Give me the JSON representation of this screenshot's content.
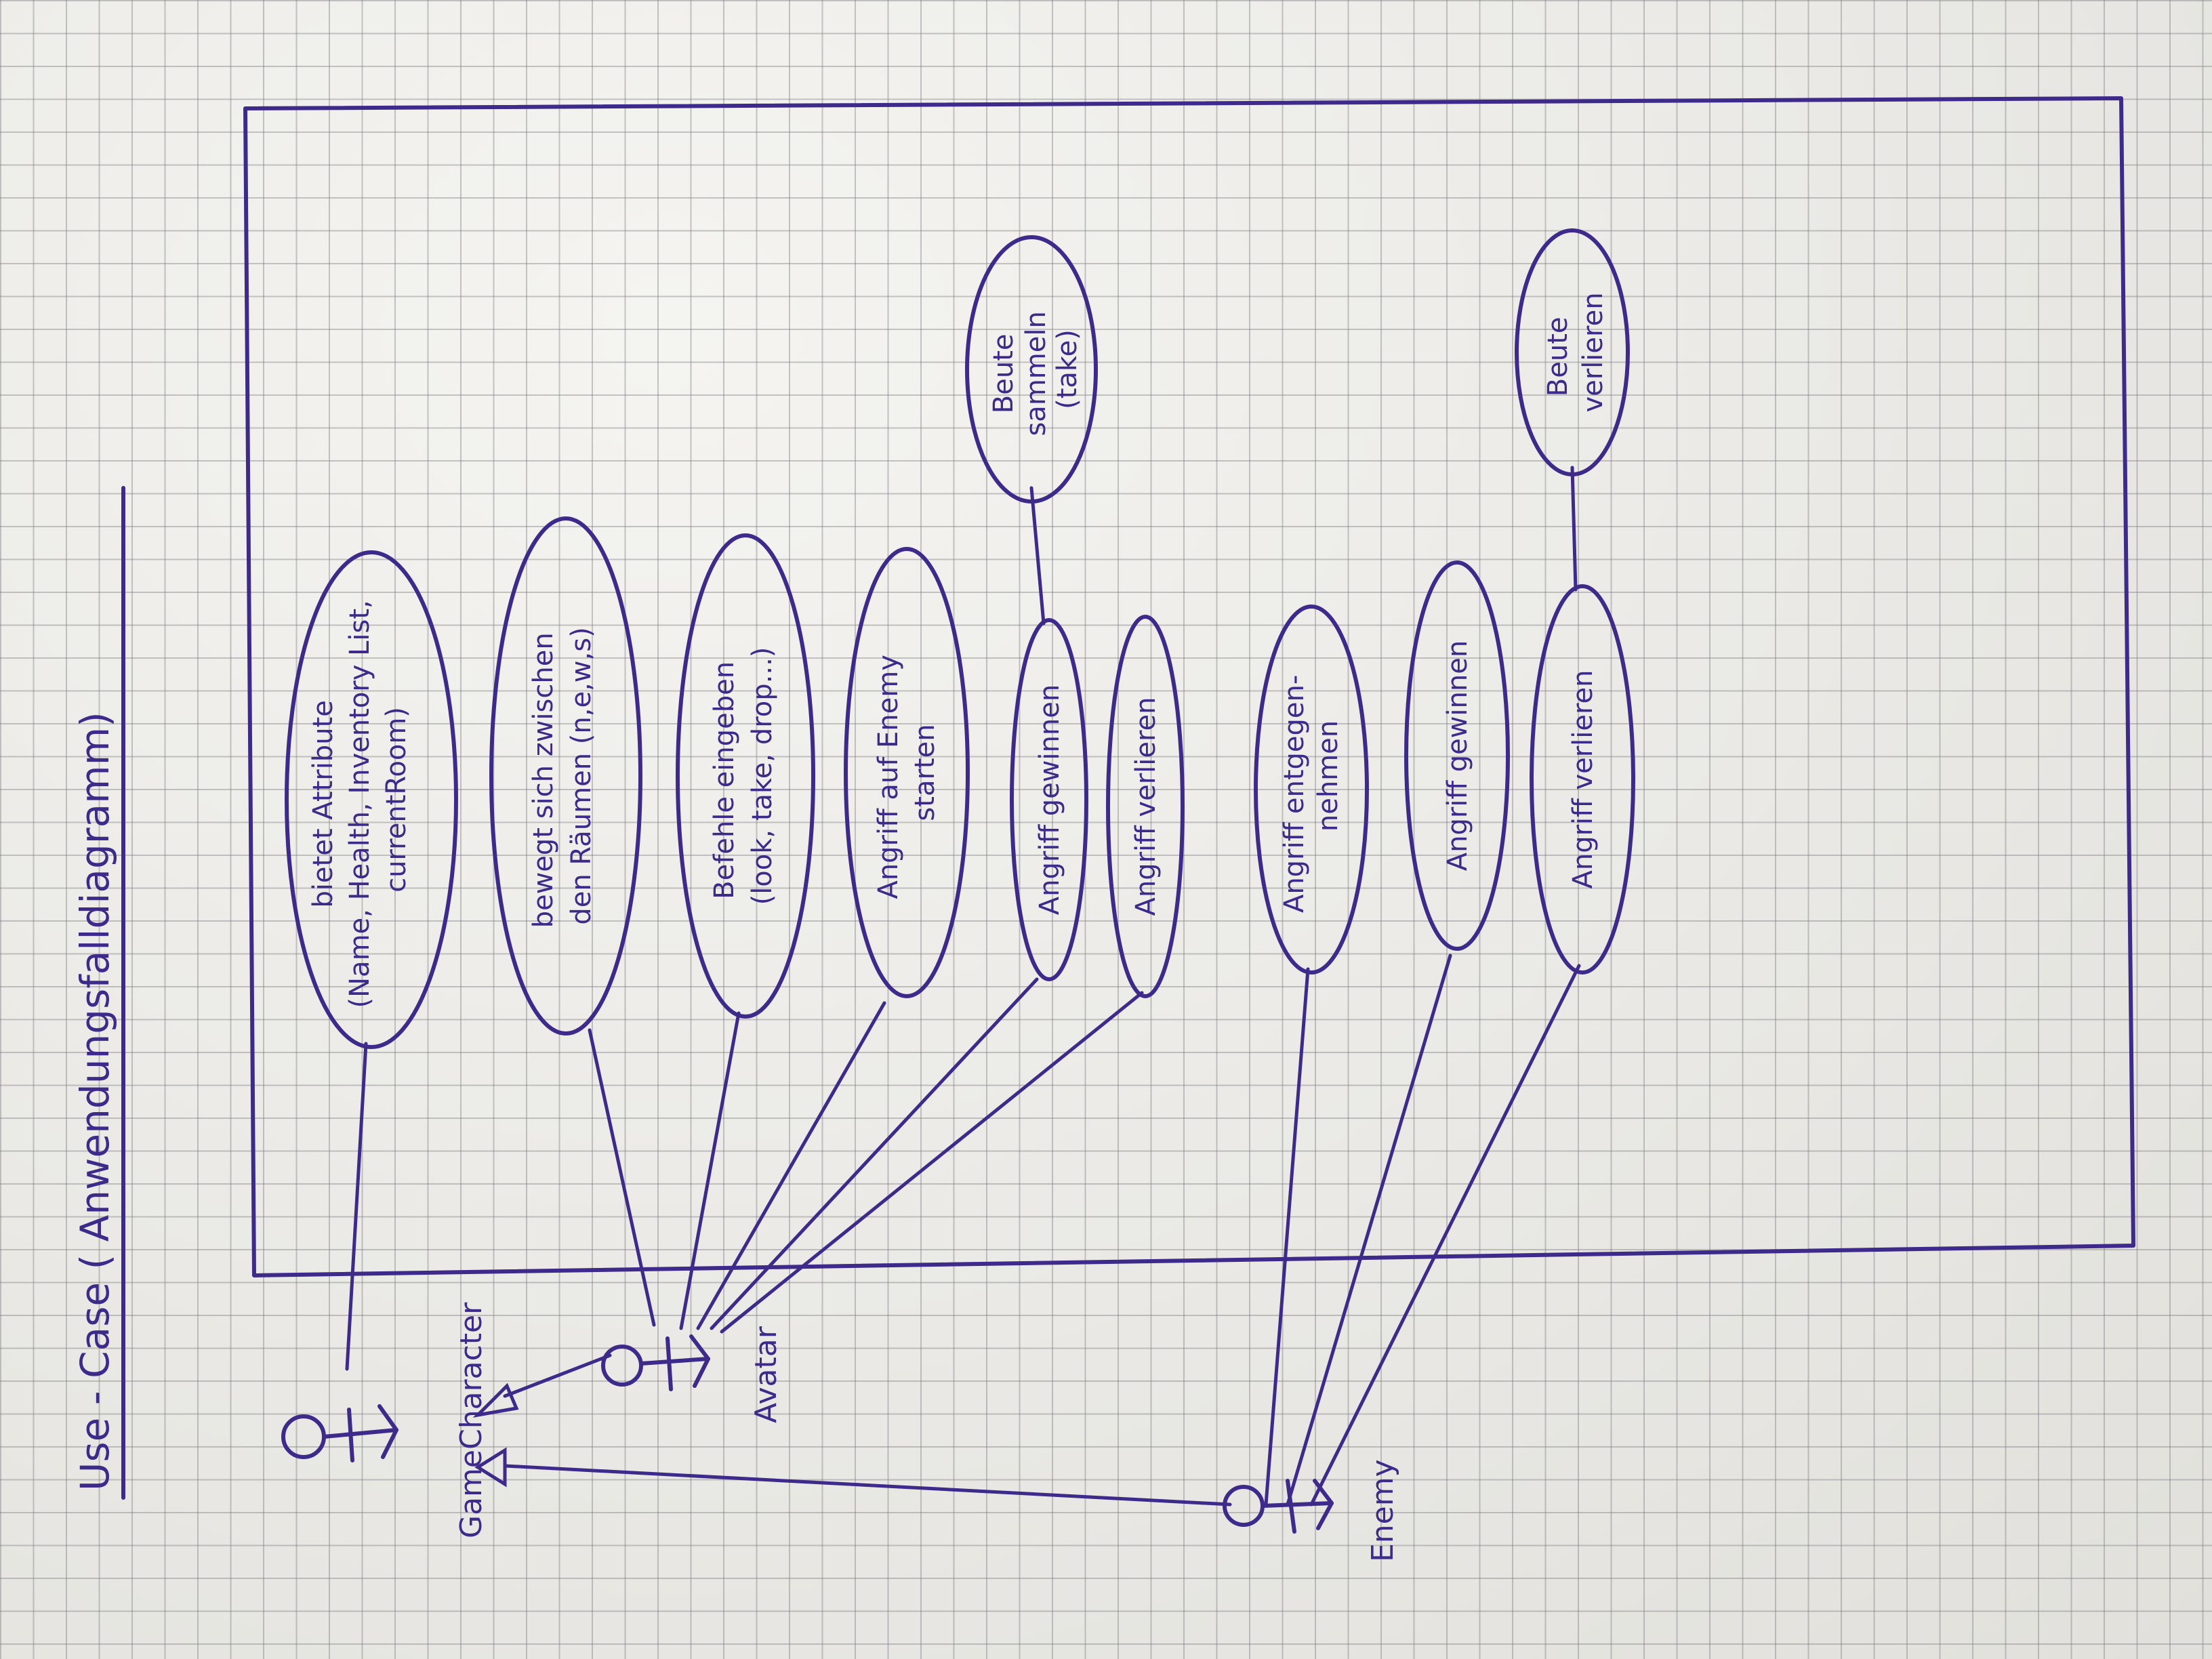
{
  "title": {
    "prefix": "Use - Case ( ",
    "underlined": "Anwendungsfalldiagramm",
    "suffix": ")"
  },
  "actors": {
    "game_character": "GameCharacter",
    "avatar": "Avatar",
    "enemy": "Enemy"
  },
  "use_cases": {
    "attribute": [
      "bietet Attribute",
      "(Name, Health, Inventory List,",
      "currentRoom)"
    ],
    "move": [
      "bewegt sich zwischen",
      "den Räumen (n,e,w,s)"
    ],
    "commands": [
      "Befehle eingeben",
      "(look, take, drop...)"
    ],
    "attack_start": [
      "Angriff auf Enemy",
      "starten"
    ],
    "avatar_win": [
      "Angriff gewinnen"
    ],
    "avatar_lose": [
      "Angriff verlieren"
    ],
    "loot_collect": [
      "Beute",
      "sammeln",
      "(take)"
    ],
    "enemy_receive": [
      "Angriff entgegen-",
      "nehmen"
    ],
    "enemy_win": [
      "Angriff gewinnen"
    ],
    "enemy_lose": [
      "Angriff verlieren"
    ],
    "loot_lose": [
      "Beute",
      "verlieren"
    ]
  },
  "colors": {
    "ink": "#3e2a8a",
    "paper": "#efeee9",
    "grid": "#8a8a90"
  }
}
